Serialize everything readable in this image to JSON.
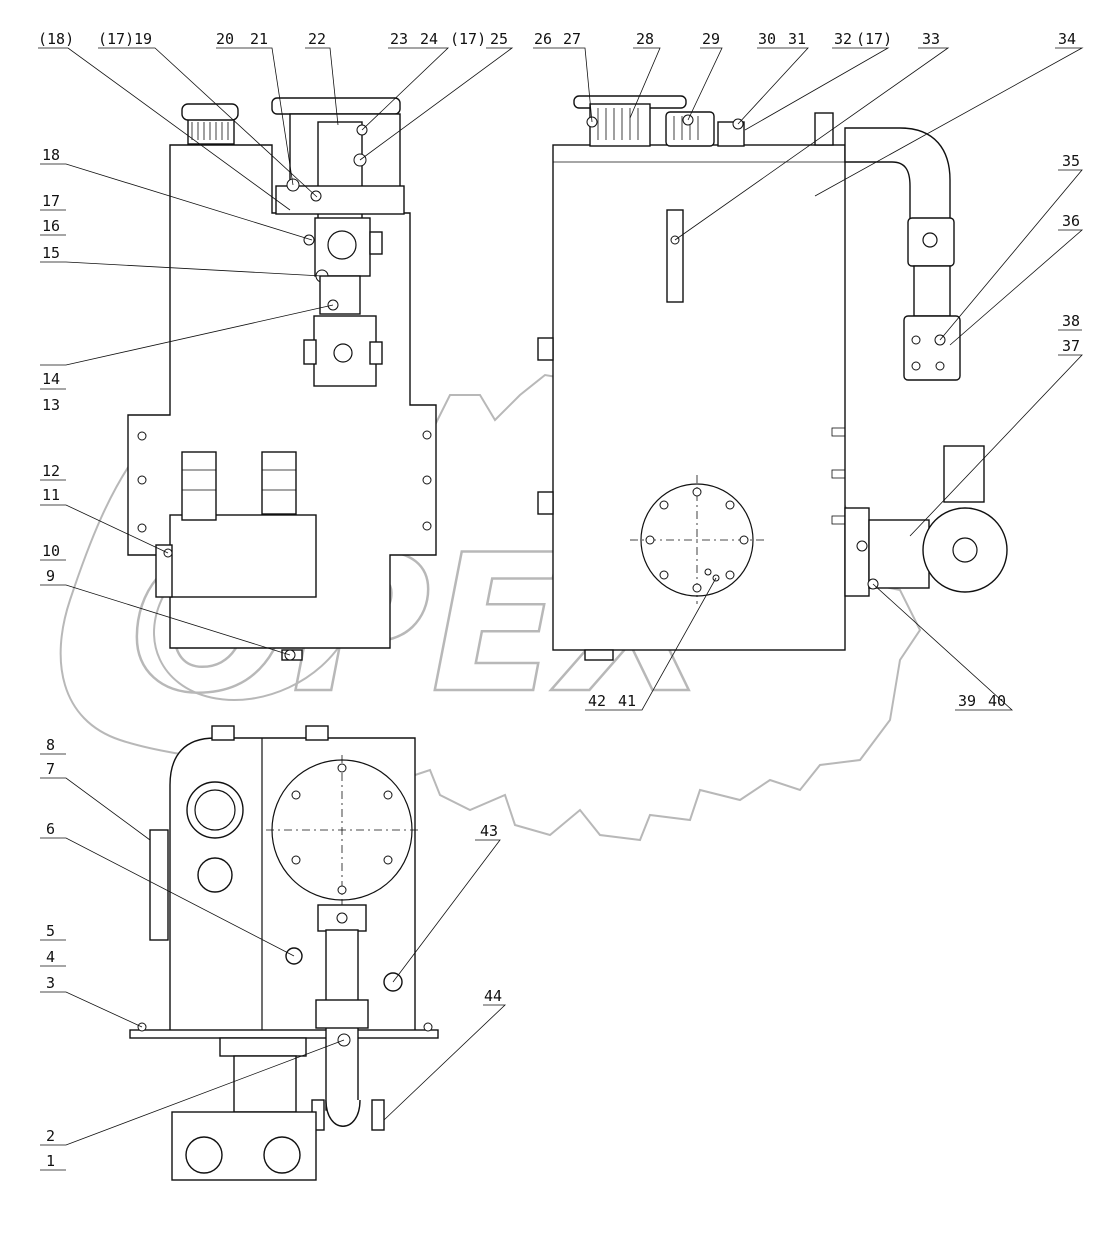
{
  "watermark": "OPEX",
  "corner_note": "",
  "callouts": [
    {
      "id": "c18p",
      "label": "(18)"
    },
    {
      "id": "c17p-a",
      "label": "(17)"
    },
    {
      "id": "c19",
      "label": "19"
    },
    {
      "id": "c20",
      "label": "20"
    },
    {
      "id": "c21",
      "label": "21"
    },
    {
      "id": "c22",
      "label": "22"
    },
    {
      "id": "c23",
      "label": "23"
    },
    {
      "id": "c24",
      "label": "24"
    },
    {
      "id": "c17p-b",
      "label": "(17)"
    },
    {
      "id": "c25",
      "label": "25"
    },
    {
      "id": "c26",
      "label": "26"
    },
    {
      "id": "c27",
      "label": "27"
    },
    {
      "id": "c28",
      "label": "28"
    },
    {
      "id": "c29",
      "label": "29"
    },
    {
      "id": "c30",
      "label": "30"
    },
    {
      "id": "c31",
      "label": "31"
    },
    {
      "id": "c32",
      "label": "32"
    },
    {
      "id": "c17p-c",
      "label": "(17)"
    },
    {
      "id": "c33",
      "label": "33"
    },
    {
      "id": "c34",
      "label": "34"
    },
    {
      "id": "c18",
      "label": "18"
    },
    {
      "id": "c17",
      "label": "17"
    },
    {
      "id": "c16",
      "label": "16"
    },
    {
      "id": "c15",
      "label": "15"
    },
    {
      "id": "c14",
      "label": "14"
    },
    {
      "id": "c13",
      "label": "13"
    },
    {
      "id": "c12",
      "label": "12"
    },
    {
      "id": "c11",
      "label": "11"
    },
    {
      "id": "c10",
      "label": "10"
    },
    {
      "id": "c9",
      "label": "9"
    },
    {
      "id": "c35",
      "label": "35"
    },
    {
      "id": "c36",
      "label": "36"
    },
    {
      "id": "c38",
      "label": "38"
    },
    {
      "id": "c37",
      "label": "37"
    },
    {
      "id": "c39",
      "label": "39"
    },
    {
      "id": "c40",
      "label": "40"
    },
    {
      "id": "c42",
      "label": "42"
    },
    {
      "id": "c41",
      "label": "41"
    },
    {
      "id": "c8",
      "label": "8"
    },
    {
      "id": "c7",
      "label": "7"
    },
    {
      "id": "c6",
      "label": "6"
    },
    {
      "id": "c43",
      "label": "43"
    },
    {
      "id": "c5",
      "label": "5"
    },
    {
      "id": "c4",
      "label": "4"
    },
    {
      "id": "c3",
      "label": "3"
    },
    {
      "id": "c44",
      "label": "44"
    },
    {
      "id": "c2",
      "label": "2"
    },
    {
      "id": "c1",
      "label": "1"
    }
  ]
}
